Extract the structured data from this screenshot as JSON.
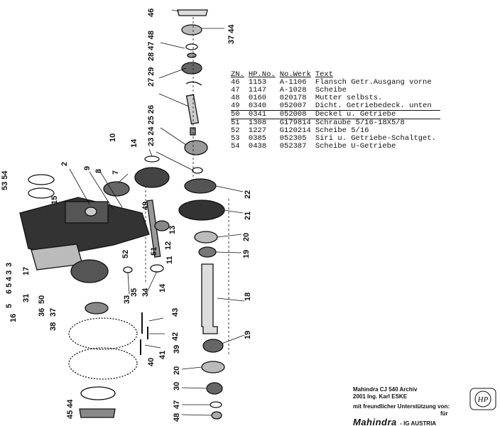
{
  "table": {
    "headers": [
      "ZN.",
      "HP.No.",
      "No.Werk",
      "Text"
    ],
    "rows": [
      {
        "zn": "46",
        "hp": "1153",
        "werk": "A-1106",
        "text": "Flansch Getr.Ausgang vorne"
      },
      {
        "zn": "47",
        "hp": "1147",
        "werk": "A-1028",
        "text": "Scheibe"
      },
      {
        "zn": "48",
        "hp": "0160",
        "werk": "020178",
        "text": "Mutter selbsts."
      },
      {
        "zn": "49",
        "hp": "0340",
        "werk": "052007",
        "text": "Dicht. Getriebedeck. unten"
      },
      {
        "zn": "50",
        "hp": "0341",
        "werk": "052008",
        "text": "Deckel u. Getriebe"
      },
      {
        "zn": "51",
        "hp": "1308",
        "werk": "G179814",
        "text": "Schraube 5/16-18X5/8"
      },
      {
        "zn": "52",
        "hp": "1227",
        "werk": "G120214",
        "text": "Scheibe 5/16"
      },
      {
        "zn": "53",
        "hp": "0385",
        "werk": "052305",
        "text": "Siri u. Getriebe-Schaltget."
      },
      {
        "zn": "54",
        "hp": "0438",
        "werk": "052387",
        "text": "Scheibe U-Getriebe"
      }
    ]
  },
  "credits": {
    "line1": "Mahindra CJ 540 Archiv",
    "line2": "2001 Ing. Karl ESKE",
    "line3": "mit freundlicher Unterstützung von:",
    "line4": "für",
    "brand": "Mahindra",
    "brand_suffix": "- IG AUSTRIA",
    "seal_text": "HP"
  },
  "callouts": {
    "c46": "46",
    "c3744": "37 44",
    "c4748": "28 47 48",
    "c2729": "27 29",
    "c2426": "23 24 25 26",
    "c14a": "14",
    "c10": "10",
    "c9": "9",
    "c8": "8",
    "c2": "2",
    "c7": "7",
    "c5354": "53 54",
    "c15": "15",
    "c22": "22",
    "c21": "21",
    "c49": "49",
    "c13": "13",
    "c12": "12",
    "c11": "11",
    "c20a": "20",
    "c19a": "19",
    "c18": "18",
    "c52": "52",
    "c51": "51",
    "c3": "3",
    "c43": "4 3",
    "c65": "6 5",
    "c17": "17",
    "c31": "31",
    "c5": "5",
    "c50": "50",
    "c36": "36",
    "c16": "16",
    "c37": "37",
    "c38": "38",
    "c33": "33",
    "c35": "35",
    "c34": "34",
    "c14b": "14",
    "c43b": "43",
    "c42": "42",
    "c39": "39",
    "c41": "41",
    "c40": "40",
    "c19b": "19",
    "c20b": "20",
    "c30": "30",
    "c47b": "47",
    "c4845": "48",
    "c4544": "45 44"
  }
}
